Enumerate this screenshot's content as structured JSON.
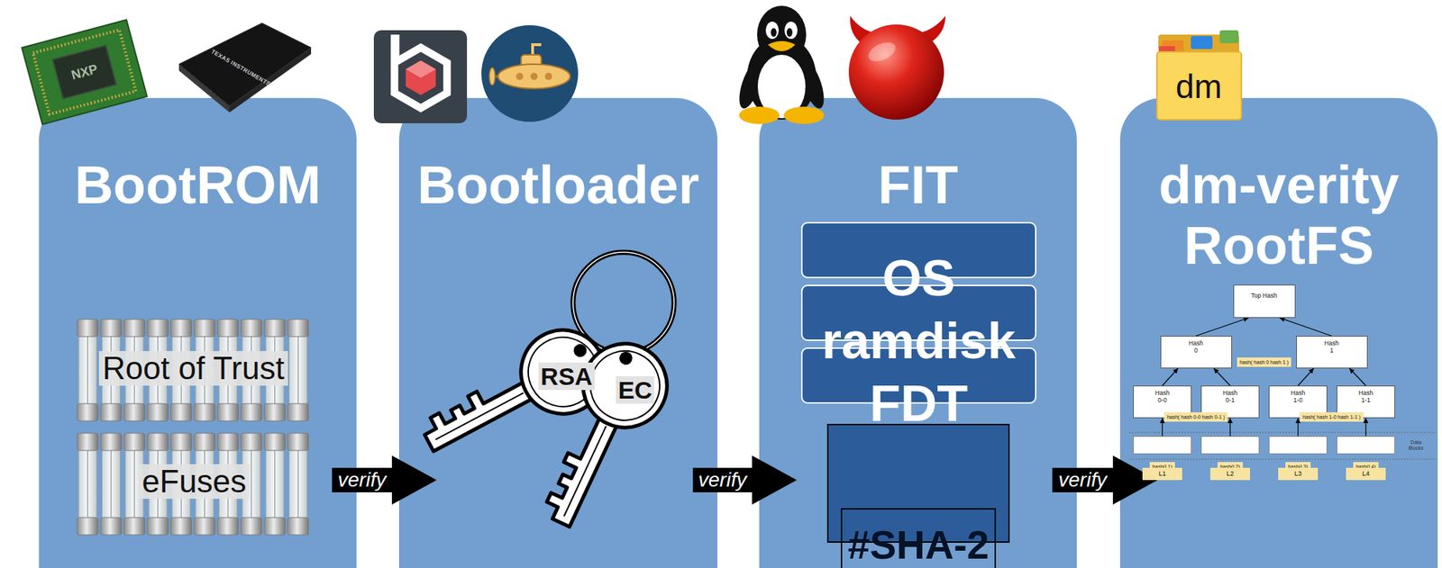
{
  "diagram": {
    "nodes": [
      {
        "text": [
          "BootROM"
        ]
      },
      {
        "text": [
          "Bootloader"
        ]
      },
      {
        "text": [
          "FIT"
        ]
      },
      {
        "text": [
          "OS"
        ],
        "in": 2
      },
      {
        "text": [
          "ramdisk"
        ],
        "in": 2
      },
      {
        "text": [
          "FDT"
        ],
        "in": 2
      },
      {
        "text": [
          "#SHA-2"
        ],
        "in": 2
      },
      {
        "text": [
          "dm-verity RootFS"
        ]
      },
      {
        "text": [
          "Top Hash",
          "hash( hash 0 hash 1 )"
        ],
        "in": 7
      },
      {
        "text": [
          "Hash 0",
          "hash( hash 0-0 hash 0-1 )"
        ],
        "in": 7
      },
      {
        "text": [
          "Hash 1",
          "hash( hash 1-0 hash 1-1 )"
        ],
        "in": 7
      },
      {
        "text": [
          "Hash 0-0",
          "hash(L1)"
        ],
        "in": 7
      },
      {
        "text": [
          "Hash 0-1",
          "hash(L2)"
        ],
        "in": 7
      },
      {
        "text": [
          "Hash 1-0",
          "hash(L3)"
        ],
        "in": 7
      },
      {
        "text": [
          "Hash 1-1",
          "hash(L4)"
        ],
        "in": 7
      },
      {
        "text": [
          "L1"
        ],
        "in": 7
      },
      {
        "text": [
          "L2"
        ],
        "in": 7
      },
      {
        "text": [
          "L3"
        ],
        "in": 7
      },
      {
        "text": [
          "L4"
        ],
        "in": 7
      }
    ],
    "edges": [
      {
        "from": 0,
        "to": 1,
        "label": "verify",
        "arrow": "to"
      },
      {
        "from": 1,
        "to": 2,
        "label": "verify",
        "arrow": "to"
      },
      {
        "from": 2,
        "to": 7,
        "label": "verify",
        "arrow": "to"
      },
      {
        "from": 9,
        "to": 8,
        "arrow": "to"
      },
      {
        "from": 10,
        "to": 8,
        "arrow": "to"
      },
      {
        "from": 11,
        "to": 9,
        "arrow": "to"
      },
      {
        "from": 12,
        "to": 9,
        "arrow": "to"
      },
      {
        "from": 13,
        "to": 10,
        "arrow": "to"
      },
      {
        "from": 14,
        "to": 10,
        "arrow": "to"
      },
      {
        "from": 15,
        "to": 11,
        "arrow": "to"
      },
      {
        "from": 16,
        "to": 12,
        "arrow": "to"
      },
      {
        "from": 17,
        "to": 13,
        "arrow": "to"
      },
      {
        "from": 18,
        "to": 14,
        "arrow": "to"
      }
    ],
    "labels": [
      "NXP",
      "TEXAS INSTRUMENTS",
      "Root of Trust",
      "eFuses",
      "RSA",
      "EC",
      "dm",
      "Data Blocks"
    ]
  }
}
